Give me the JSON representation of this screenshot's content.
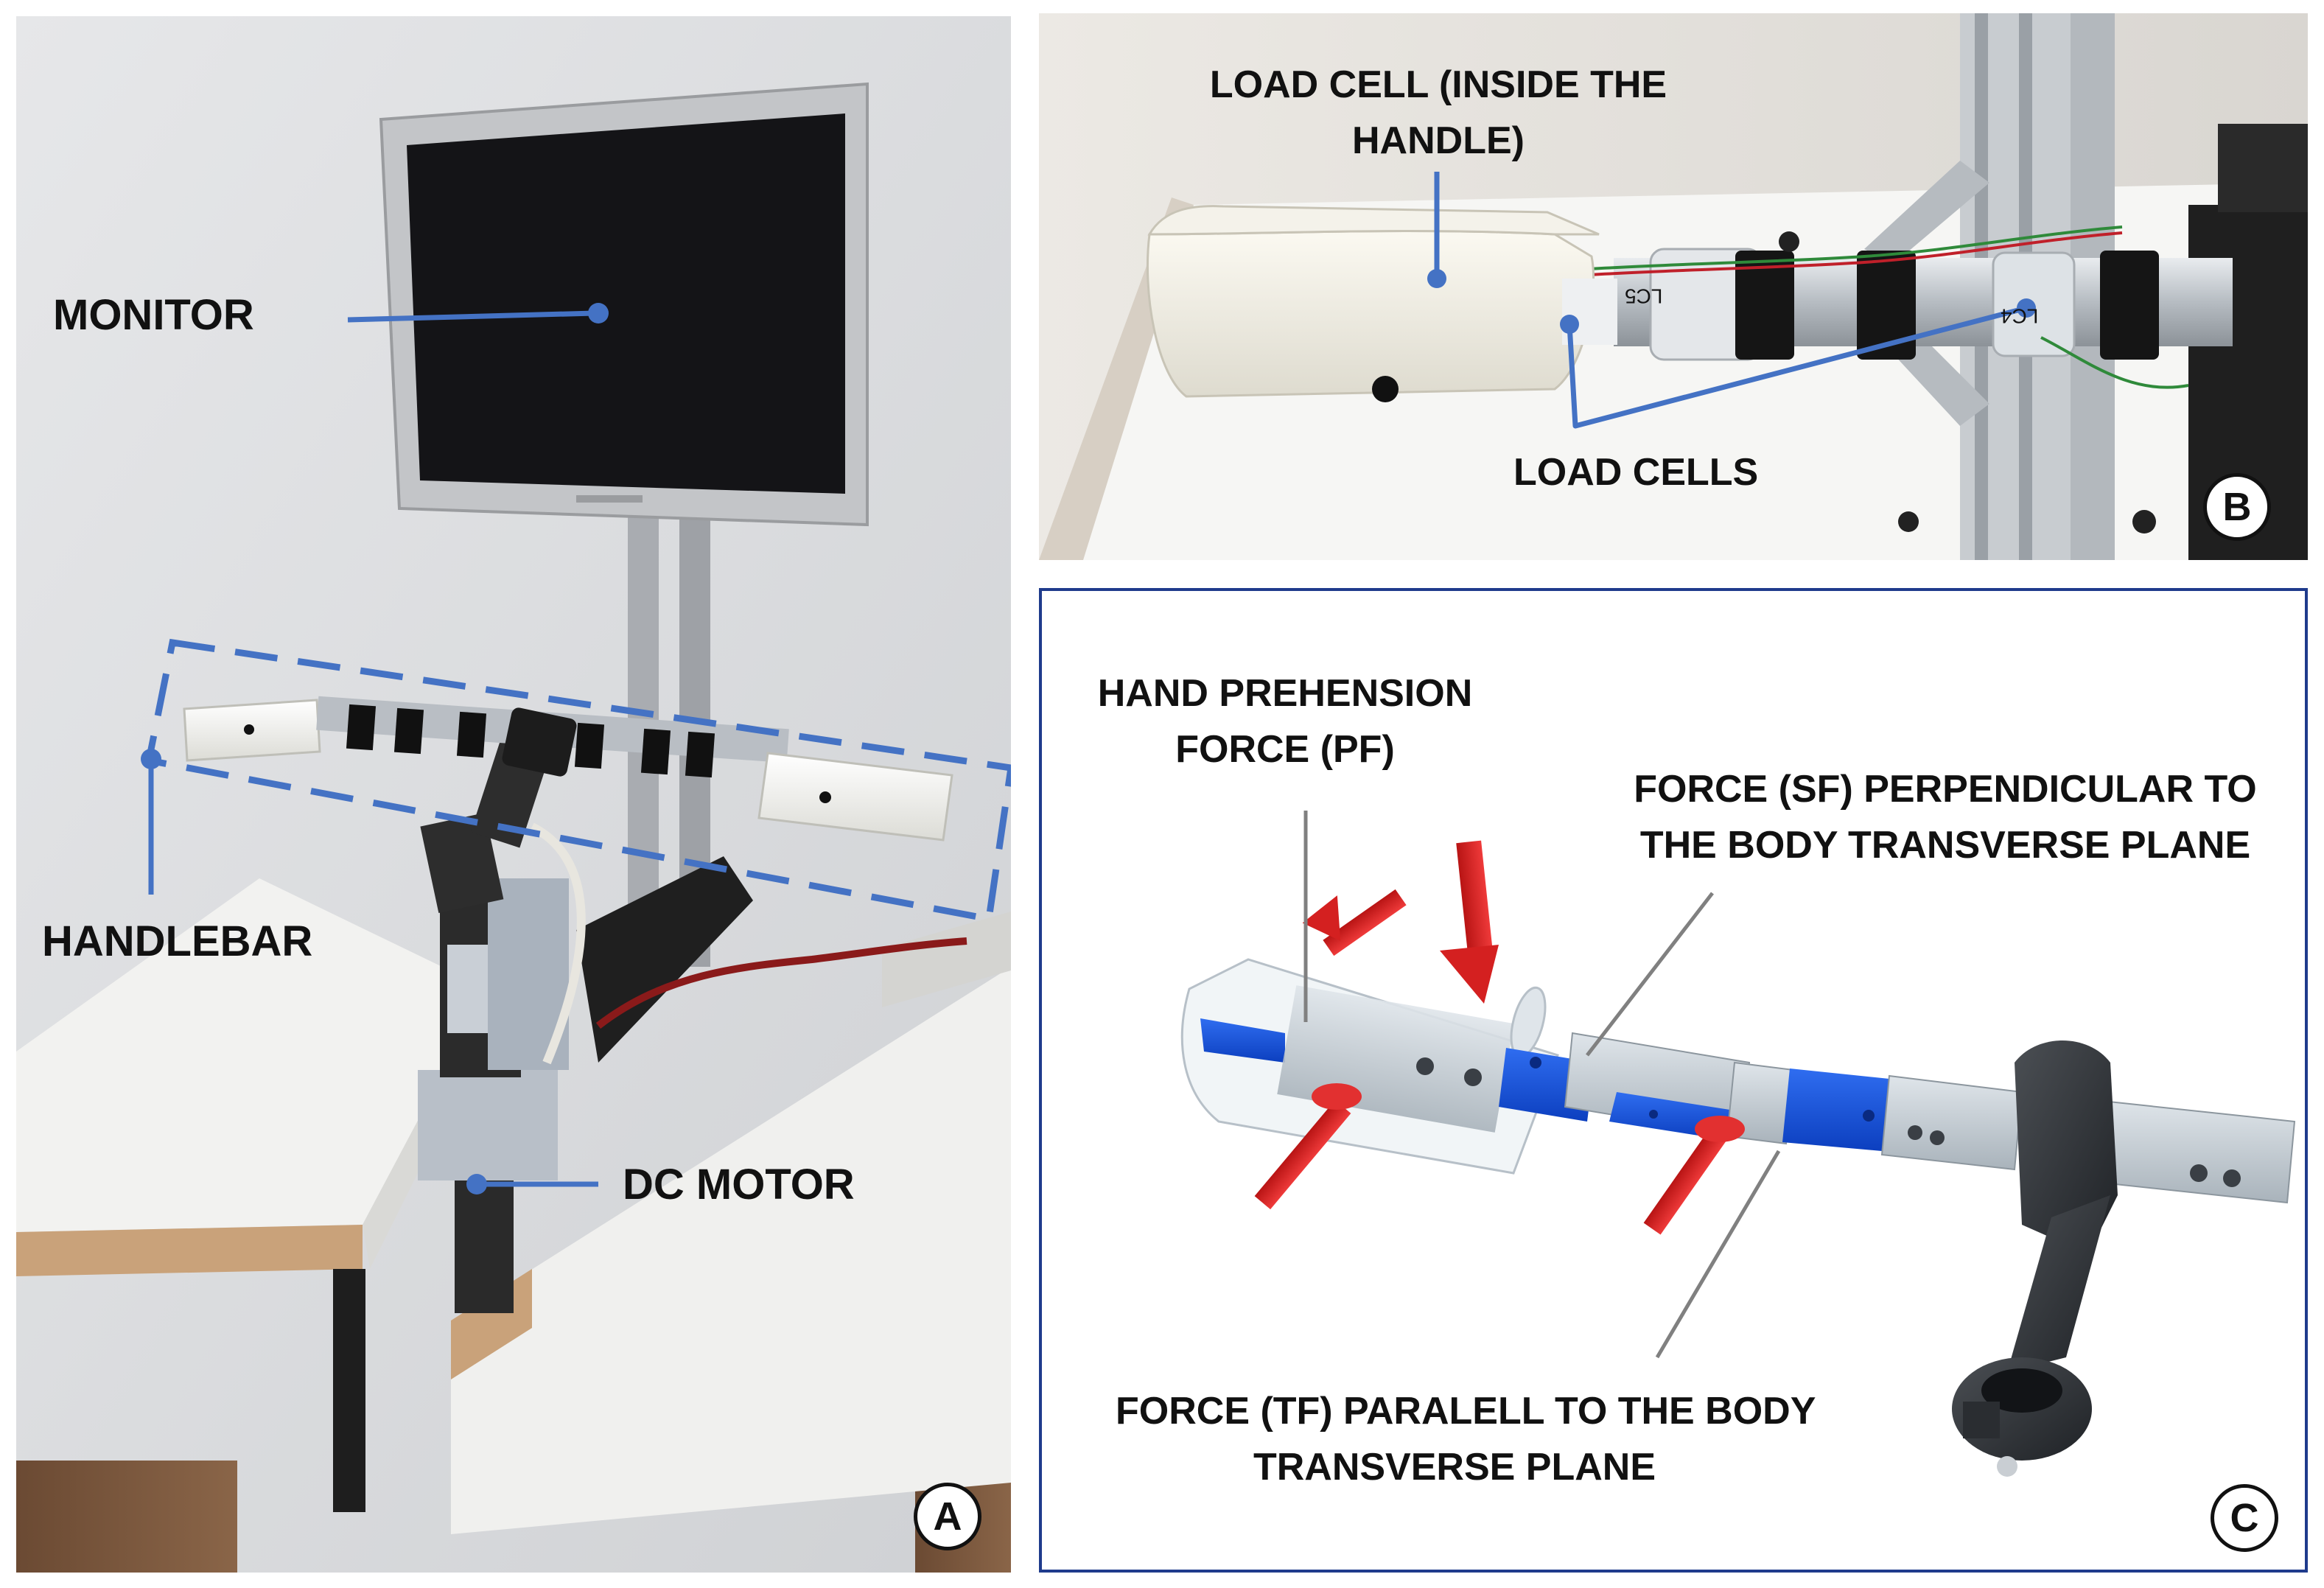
{
  "panels": {
    "a": {
      "badge": "A",
      "labels": {
        "monitor": "MONITOR",
        "handlebar": "HANDLEBAR",
        "dc_motor": "DC MOTOR"
      }
    },
    "b": {
      "badge": "B",
      "labels": {
        "load_cell_handle_line1": "LOAD CELL (INSIDE THE",
        "load_cell_handle_line2": "HANDLE)",
        "load_cells": "LOAD CELLS",
        "lc5_marking": "LC5",
        "lc4_marking": "LC4"
      }
    },
    "c": {
      "badge": "C",
      "labels": {
        "pf_line1": "HAND PREHENSION",
        "pf_line2": "FORCE (PF)",
        "sf_line1": "FORCE (SF) PERPENDICULAR TO",
        "sf_line2": "THE BODY TRANSVERSE PLANE",
        "tf_line1": "FORCE (TF) PARALELL TO THE BODY",
        "tf_line2": "TRANSVERSE PLANE"
      }
    }
  },
  "colors": {
    "annotation_blue": "#4472c4",
    "panel_c_border": "#1f3b8c",
    "force_arrow_red": "#d42020",
    "leader_gray": "#808080"
  }
}
